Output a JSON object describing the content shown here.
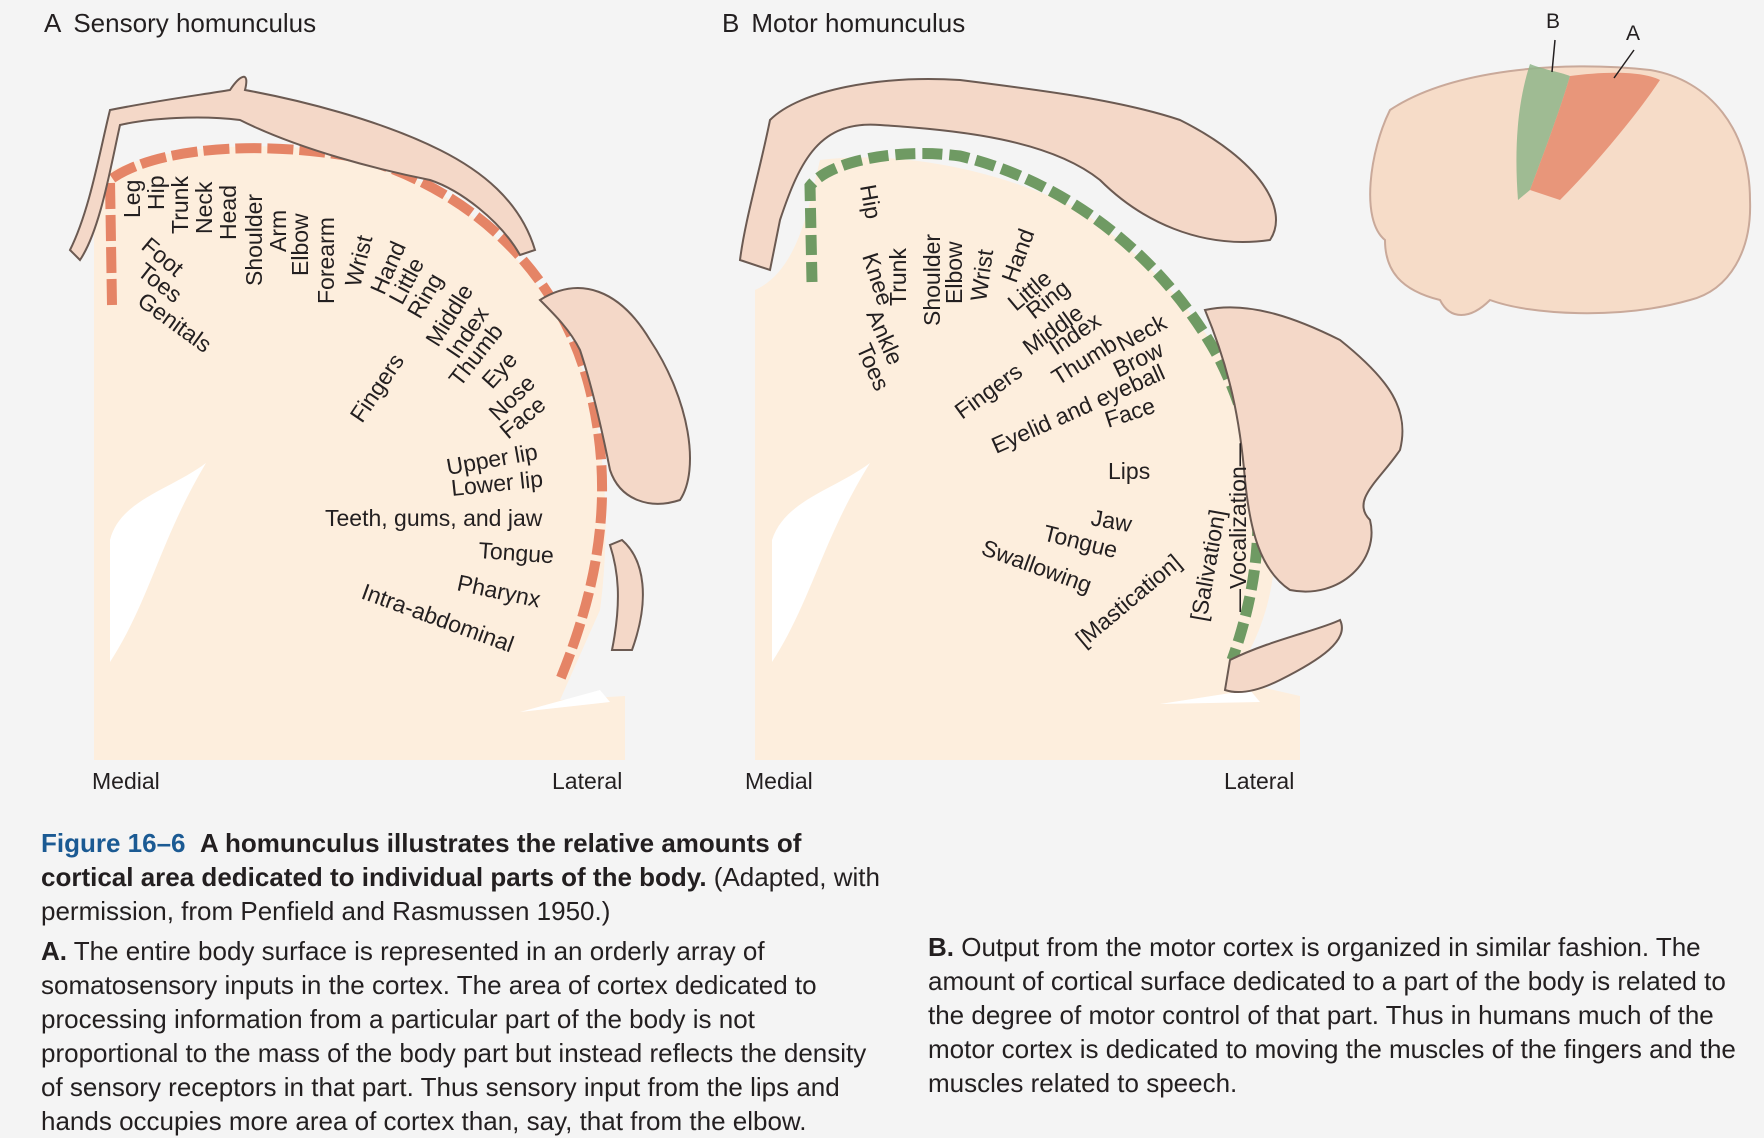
{
  "panel_a": {
    "letter": "A",
    "title": "Sensory homunculus",
    "medial": "Medial",
    "lateral": "Lateral",
    "labels": [
      "Leg",
      "Hip",
      "Trunk",
      "Neck",
      "Head",
      "Shoulder",
      "Arm",
      "Elbow",
      "Forearm",
      "Wrist",
      "Hand",
      "Little",
      "Ring",
      "Middle",
      "Index",
      "Thumb",
      "Eye",
      "Nose",
      "Face",
      "Upper lip",
      "Lower lip",
      "Teeth, gums, and jaw",
      "Tongue",
      "Pharynx",
      "Intra-abdominal",
      "Foot",
      "Toes",
      "Genitals",
      "Fingers"
    ]
  },
  "panel_b": {
    "letter": "B",
    "title": "Motor homunculus",
    "medial": "Medial",
    "lateral": "Lateral",
    "labels": [
      "Hip",
      "Knee",
      "Ankle",
      "Toes",
      "Trunk",
      "Shoulder",
      "Elbow",
      "Wrist",
      "Hand",
      "Little",
      "Ring",
      "Middle",
      "Index",
      "Thumb",
      "Neck",
      "Brow",
      "Eyelid and eyeball",
      "Face",
      "Lips",
      "Jaw",
      "Tongue",
      "Swallowing",
      "[Mastication]",
      "[Salivation]",
      "—Vocalization—",
      "Fingers"
    ]
  },
  "brain_inset": {
    "label_b": "B",
    "label_a": "A"
  },
  "caption": {
    "figure_ref": "Figure 16–6",
    "title": "A homunculus illustrates the relative amounts of cortical area dedicated to individual parts of the body.",
    "source": "(Adapted, with permission, from Penfield and Rasmussen 1950.)",
    "para_a_label": "A.",
    "para_a": "The entire body surface is represented in an orderly array of somatosensory inputs in the cortex. The area of cortex dedicated to processing information from a particular part of the body is not proportional to the mass of the body part but instead reflects the density of sensory receptors in that part. Thus sensory input from the lips and hands occupies more area of cortex than, say, that from the elbow.",
    "para_b_label": "B.",
    "para_b": "Output from the motor cortex is organized in similar fashion. The amount of cortical surface dedicated to a part of the body is related to the degree of motor control of that part. Thus in humans much of the motor cortex is dedicated to moving the muscles of the fingers and the muscles related to speech."
  },
  "colors": {
    "sensory": "#e58466",
    "motor": "#6f9a63",
    "tissue": "#fdeedd",
    "skin": "#f4d8c8",
    "brain": "#f6dcc8"
  }
}
